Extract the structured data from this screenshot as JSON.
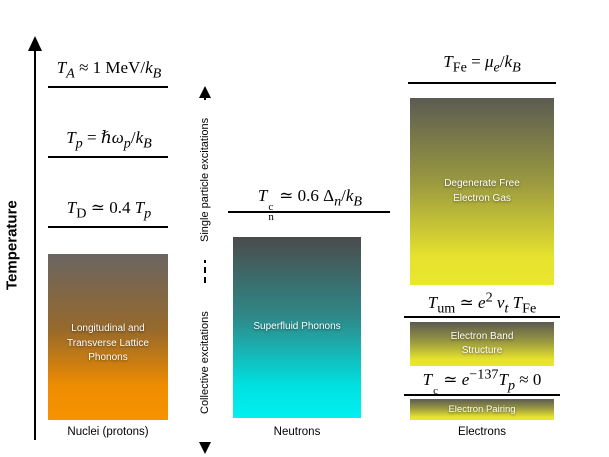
{
  "axis": {
    "label": "Temperature"
  },
  "excitations": {
    "upper_label": "Single particle excitations",
    "lower_label": "Collective excitations"
  },
  "nuclei": {
    "formula_ta": "<i>T</i><sub><i>A</i></sub> ≈ 1 MeV/<i>k</i><sub><i>B</i></sub>",
    "formula_tp": "<i>T</i><sub><i>p</i></sub> = ℏ<i>ω</i><sub><i>p</i></sub>/<i>k</i><sub><i>B</i></sub>",
    "formula_td": "<i>T</i><sub>D</sub> ≃ 0.4 <i>T</i><sub><i>p</i></sub>",
    "box_label": "Longitudinal and Transverse Lattice Phonons",
    "footer": "Nuclei (protons)"
  },
  "neutrons": {
    "formula_tn": "<i>T</i><span class=\"ss\"><sup>c</sup><sub>n</sub></span> ≃ 0.6 Δ<sub><i>n</i></sub>/<i>k</i><sub><i>B</i></sub>",
    "box_label": "Superfluid Phonons",
    "footer": "Neutrons"
  },
  "electrons": {
    "formula_tfe": "<i>T</i><sub>Fe</sub> = <i>μ</i><sub><i>e</i></sub>/<i>k</i><sub><i>B</i></sub>",
    "formula_tum": "<i>T</i><sub>um</sub> ≃ <i>e</i><sup>2</sup> <i>ν</i><sub><i>t</i></sub> <i>T</i><sub>Fe</sub>",
    "formula_te": "<i>T</i><span class=\"ss\"><sup>c</sup><sub>e</sub></span> ≃ <i>e</i><sup>−137</sup><i>T</i><sub><i>p</i></sub> ≈ 0",
    "box_degenerate": "Degenerate Free Electron Gas",
    "box_band": "Electron Band Structure",
    "box_pairing": "Electron Pairing",
    "footer": "Electrons"
  },
  "colors": {
    "lattice_top": "#6a6562",
    "lattice_bottom": "#f79300",
    "superfluid_top": "#4b4b4b",
    "superfluid_bottom": "#00f0f0",
    "electron_top": "#5b5b52",
    "electron_bottom": "#eae72e"
  }
}
